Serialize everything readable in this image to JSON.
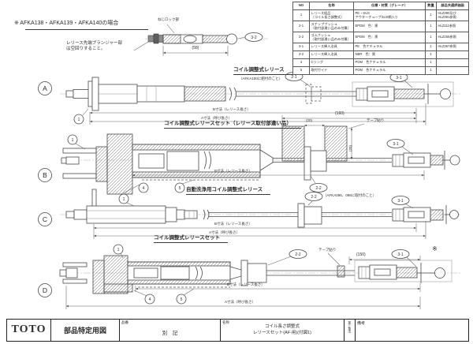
{
  "notes": {
    "heading": "※ AFKA138・AFKA139・AFKA140の場合",
    "body": "レリース先端プランジャー部\nは空回りすること。"
  },
  "mini": {
    "screw_lock": "ねじロック部",
    "dim": "(58)",
    "balloon": "3-2"
  },
  "table": {
    "headers": [
      "NO",
      "名称",
      "仕様・材質（グレード）",
      "数量",
      "部品共通評価図"
    ],
    "rows": [
      {
        "no": "1",
        "name": "レリース組品\n〔コイル長さ調整式〕",
        "spec": "PE・SUS\nアウターチューブSUS網入り",
        "qty": "1",
        "ref": "HLZ390及び\nHLZ391参照"
      },
      {
        "no": "2-1",
        "name": "スナップブッシュ\n〔取付部違い品のみ付属〕",
        "spec": "EPDM　色：黒",
        "qty": "1",
        "ref": "HLZ111参照"
      },
      {
        "no": "2-2",
        "name": "ゴムブッシュ\n〔取付部違い品のみ付属〕",
        "spec": "EPDM　色：黒",
        "qty": "1",
        "ref": "HLZ255参照"
      },
      {
        "no": "3-1",
        "name": "レリース挿入治具",
        "spec": "PE　色ナチュラル",
        "qty": "1",
        "ref": "HLZ367参照"
      },
      {
        "no": "3-2",
        "name": "レリース挿入治具",
        "spec": "NBR　色：黒",
        "qty": "1",
        "ref": ""
      },
      {
        "no": "4",
        "name": "Cリング",
        "spec": "POM　色ナチュラル",
        "qty": "1",
        "ref": ""
      },
      {
        "no": "5",
        "name": "取付ガイド",
        "spec": "POM　色ナチュラル",
        "qty": "1",
        "ref": ""
      }
    ]
  },
  "sections": {
    "a": {
      "letter": "A",
      "title": "コイル調整式レリース",
      "note": "（AFKA100に組付のこと）",
      "b1": "1",
      "b21": "2-1",
      "b31": "3-1",
      "dim_b": "B寸法（レリース長さ）",
      "dim_a": "A寸法（呼び長さ）",
      "asterisk": "※"
    },
    "b": {
      "letter": "B",
      "title": "コイル調整式レリースセット（レリース取付部違い品）",
      "b1": "1",
      "b4": "4",
      "b5": "5",
      "b22": "2-2",
      "b31": "3-1",
      "dim160": "(160)",
      "dim20": "(20)",
      "dim20v": "(20)",
      "tape": "テープ貼り",
      "dim_b": "B寸法（レリース長さ）"
    },
    "c": {
      "letter": "C",
      "title": "自動洗浄用コイル調整式レリース",
      "note": "（AFKA096、098に取付のこと）",
      "b1": "1",
      "b22": "2-2",
      "b31": "3-1",
      "dim_b": "B寸法（レリース長さ）",
      "dim_a": "A寸法（呼び長さ）"
    },
    "d": {
      "letter": "D",
      "title": "コイル調整式レリースセット",
      "b1": "1",
      "b4": "4",
      "b5": "5",
      "b22": "2-2",
      "b31": "3-1",
      "tape": "テープ貼り",
      "dim150": "(150)",
      "dim_b": "B寸法（レリース長さ）",
      "dim_a": "A寸法（呼び長さ）",
      "asterisk": "※"
    }
  },
  "title_block": {
    "logo": "TOTO",
    "doc_type": "部品特定用図",
    "part_no_label": "品番",
    "part_no_value": "別　記",
    "name_label": "名称",
    "name_value": "コイル長さ調整式\nレリースセット(AF-用)(付図1)",
    "projection": "第三角法",
    "remarks_label": "備考"
  }
}
